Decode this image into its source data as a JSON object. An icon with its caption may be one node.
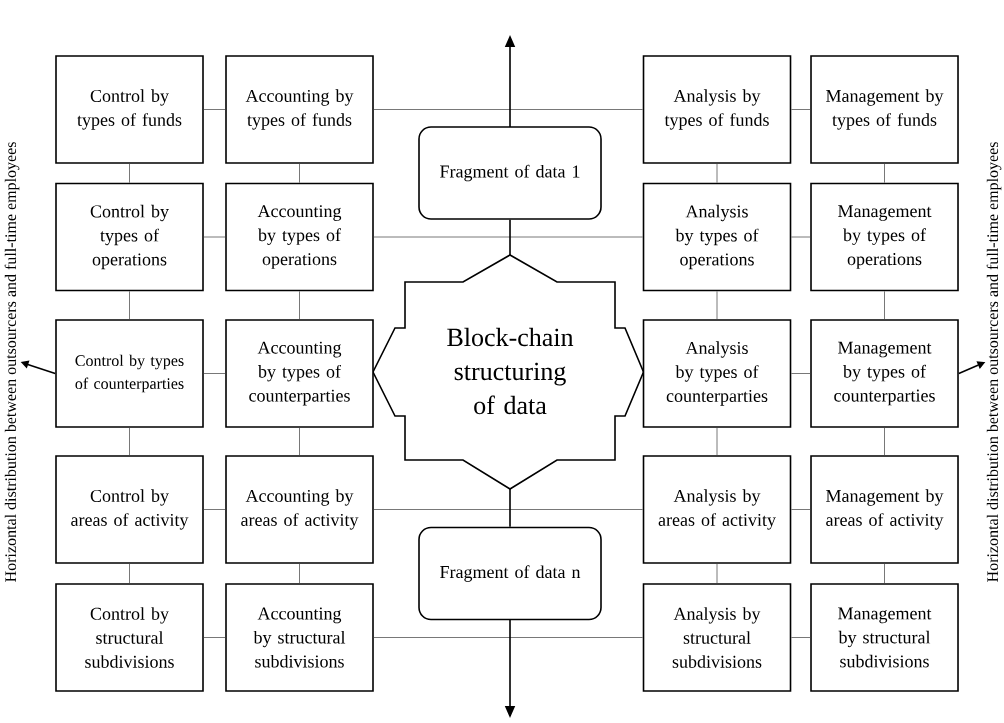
{
  "diagram": {
    "nodes": [
      {
        "text": [
          "Control by types of funds"
        ]
      },
      {
        "text": [
          "Accounting by types of funds"
        ]
      },
      {
        "text": [
          "Fragment of data 1"
        ]
      },
      {
        "text": [
          "Analysis by types of funds"
        ]
      },
      {
        "text": [
          "Management by types of funds"
        ]
      },
      {
        "text": [
          "Control by types of operations"
        ]
      },
      {
        "text": [
          "Accounting by types of operations"
        ]
      },
      {
        "text": [
          "Analysis by types of operations"
        ]
      },
      {
        "text": [
          "Management by types of operations"
        ]
      },
      {
        "text": [
          "Block-chain structuring of data"
        ]
      },
      {
        "text": [
          "Control by types of counterparties"
        ]
      },
      {
        "text": [
          "Accounting by types of counterparties"
        ]
      },
      {
        "text": [
          "Analysis by types of counterparties"
        ]
      },
      {
        "text": [
          "Management by types of counterparties"
        ]
      },
      {
        "text": [
          "Control by areas of activity"
        ]
      },
      {
        "text": [
          "Accounting by areas of activity"
        ]
      },
      {
        "text": [
          "Analysis by areas of activity"
        ]
      },
      {
        "text": [
          "Management by areas of activity"
        ]
      },
      {
        "text": [
          "Fragment of data n"
        ]
      },
      {
        "text": [
          "Control by structural subdivisions"
        ]
      },
      {
        "text": [
          "Accounting by structural subdivisions"
        ]
      },
      {
        "text": [
          "Analysis by structural subdivisions"
        ]
      },
      {
        "text": [
          "Management by structural subdivisions"
        ]
      },
      {
        "text": [
          "Horizontal distribution between outsourcers and full-time employees"
        ]
      },
      {
        "text": [
          "Horizontal distribution between outsourcers and full-time employees"
        ]
      }
    ],
    "edges": [
      {
        "from": 0,
        "to": 1,
        "arrow": "none"
      },
      {
        "from": 1,
        "to": 3,
        "arrow": "none"
      },
      {
        "from": 3,
        "to": 4,
        "arrow": "none"
      },
      {
        "from": 5,
        "to": 6,
        "arrow": "none"
      },
      {
        "from": 6,
        "to": 7,
        "arrow": "none"
      },
      {
        "from": 7,
        "to": 8,
        "arrow": "none"
      },
      {
        "from": 10,
        "to": 11,
        "arrow": "none"
      },
      {
        "from": 12,
        "to": 13,
        "arrow": "none"
      },
      {
        "from": 14,
        "to": 15,
        "arrow": "none"
      },
      {
        "from": 15,
        "to": 16,
        "arrow": "none"
      },
      {
        "from": 16,
        "to": 17,
        "arrow": "none"
      },
      {
        "from": 19,
        "to": 20,
        "arrow": "none"
      },
      {
        "from": 20,
        "to": 21,
        "arrow": "none"
      },
      {
        "from": 21,
        "to": 22,
        "arrow": "none"
      },
      {
        "from": 0,
        "to": 5,
        "arrow": "none"
      },
      {
        "from": 5,
        "to": 10,
        "arrow": "none"
      },
      {
        "from": 10,
        "to": 14,
        "arrow": "none"
      },
      {
        "from": 14,
        "to": 19,
        "arrow": "none"
      },
      {
        "from": 1,
        "to": 6,
        "arrow": "none"
      },
      {
        "from": 6,
        "to": 11,
        "arrow": "none"
      },
      {
        "from": 11,
        "to": 15,
        "arrow": "none"
      },
      {
        "from": 15,
        "to": 20,
        "arrow": "none"
      },
      {
        "from": 3,
        "to": 7,
        "arrow": "none"
      },
      {
        "from": 7,
        "to": 12,
        "arrow": "none"
      },
      {
        "from": 12,
        "to": 16,
        "arrow": "none"
      },
      {
        "from": 16,
        "to": 21,
        "arrow": "none"
      },
      {
        "from": 4,
        "to": 8,
        "arrow": "none"
      },
      {
        "from": 8,
        "to": 13,
        "arrow": "none"
      },
      {
        "from": 13,
        "to": 17,
        "arrow": "none"
      },
      {
        "from": 17,
        "to": 22,
        "arrow": "none"
      },
      {
        "from": 2,
        "to": 9,
        "arrow": "none"
      },
      {
        "from": 18,
        "to": 9,
        "arrow": "none"
      },
      {
        "from": 2,
        "to": null,
        "arrow": "to"
      },
      {
        "from": 18,
        "to": null,
        "arrow": "to"
      },
      {
        "from": 10,
        "to": 23,
        "arrow": "to"
      },
      {
        "from": 13,
        "to": 24,
        "arrow": "to"
      }
    ]
  }
}
